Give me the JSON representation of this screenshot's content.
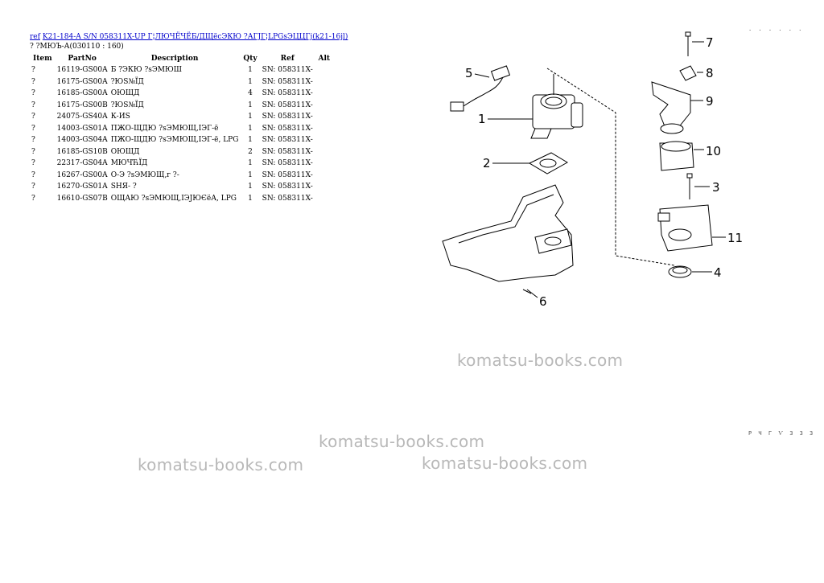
{
  "header": {
    "ref_link": "ref",
    "title_link": "K21-184-A S/N 058311X-UP Г¦ЛЮЧЁЧЁБ/ДЩёсЭКЮ ?АГЈГ¦LPGsЭЦЦГј(k21-16jl)"
  },
  "subtitle": "? ?МЮЪ-А(030110 : 160)",
  "table": {
    "headers": [
      "Item",
      "PartNo",
      "Description",
      "Qty",
      "Ref",
      "Alt"
    ],
    "rows": [
      {
        "item": "?",
        "part": "16119-GS00A",
        "desc": "Б ?ЭКЮ ?sЭМЮШ",
        "qty": "1",
        "ref": "SN: 058311X-"
      },
      {
        "item": "?",
        "part": "16175-GS00A",
        "desc": "?ЮЅ№ЇД",
        "qty": "1",
        "ref": "SN: 058311X-"
      },
      {
        "item": "?",
        "part": "16185-GS00A",
        "desc": "ОЮЩД",
        "qty": "4",
        "ref": "SN: 058311X-"
      },
      {
        "item": "?",
        "part": "16175-GS00B",
        "desc": "?ЮЅ№ЇД",
        "qty": "1",
        "ref": "SN: 058311X-"
      },
      {
        "item": "?",
        "part": "24075-GS40A",
        "desc": "К-ИЅ",
        "qty": "1",
        "ref": "SN: 058311X-"
      },
      {
        "item": "?",
        "part": "14003-GS01A",
        "desc": "ПЖО-ЩДЮ ?sЭМЮЩ,ІЭГ-ё",
        "qty": "1",
        "ref": "SN: 058311X-"
      },
      {
        "item": "?",
        "part": "14003-GS04A",
        "desc": "ПЖО-ЩДЮ ?sЭМЮЩ,ІЭГ-ё, LPG",
        "qty": "1",
        "ref": "SN: 058311X-"
      },
      {
        "item": "?",
        "part": "16185-GS10B",
        "desc": "ОЮЩД",
        "qty": "2",
        "ref": "SN: 058311X-"
      },
      {
        "item": "?",
        "part": "22317-GS04A",
        "desc": "МЮЧЋЇД",
        "qty": "1",
        "ref": "SN: 058311X-"
      },
      {
        "item": "?",
        "part": "16267-GS00A",
        "desc": "О-Э ?sЭМЮЩ,г ?-",
        "qty": "1",
        "ref": "SN: 058311X-"
      },
      {
        "item": "?",
        "part": "16270-GS01A",
        "desc": "SНЯ- ?",
        "qty": "1",
        "ref": "SN: 058311X-"
      },
      {
        "item": "?",
        "part": "16610-GS07B",
        "desc": "ОЩАЮ ?sЭМЮЩ,ІЭЈЮЄёА, LPG",
        "qty": "1",
        "ref": "SN: 058311X-"
      }
    ]
  },
  "diagram": {
    "callouts": [
      "1",
      "2",
      "3",
      "4",
      "5",
      "6",
      "7",
      "8",
      "9",
      "10",
      "11"
    ]
  },
  "corner_top": "· · · · · ·",
  "corner_bottom": "Р Ч Г Ѵ З З З",
  "watermarks": {
    "w1": "komatsu-books.com",
    "w2": "komatsu-books.com",
    "w3": "komatsu-books.com",
    "w4": "komatsu-books.com"
  }
}
